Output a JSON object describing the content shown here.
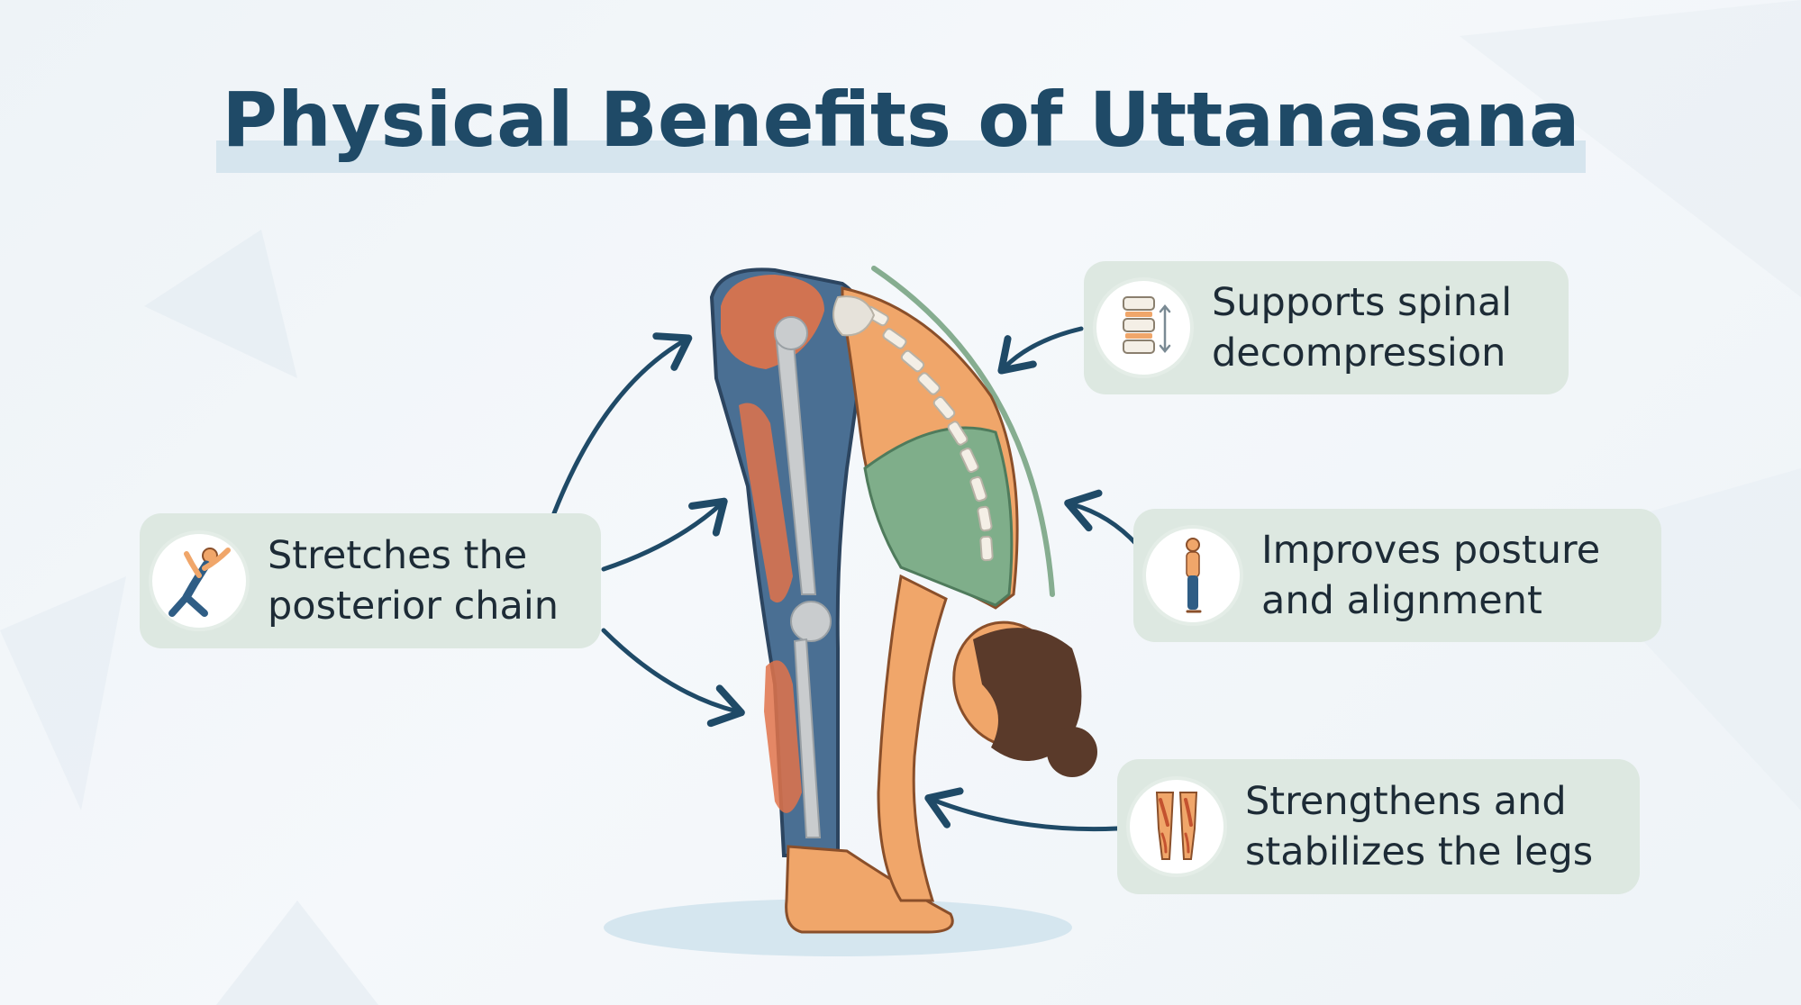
{
  "title": "Physical Benefits of Uttanasana",
  "colors": {
    "title": "#1f4a67",
    "arrow": "#1f4a67",
    "card": "#dde8e1",
    "skin": "#f0a66a",
    "leggings": "#4a6f93",
    "top": "#7fae8a",
    "hair": "#5a3a2a",
    "muscle": "#e0734a",
    "bone": "#c9ccce"
  },
  "benefits": {
    "posterior": {
      "line1": "Stretches the",
      "line2": "posterior chain",
      "icon": "stretch-figure-icon"
    },
    "spinal": {
      "line1": "Supports spinal",
      "line2": "decompression",
      "icon": "vertebrae-icon"
    },
    "posture": {
      "line1": "Improves posture",
      "line2": "and alignment",
      "icon": "standing-figure-icon"
    },
    "legs": {
      "line1": "Strengthens and",
      "line2": "stabilizes the legs",
      "icon": "legs-muscle-icon"
    }
  }
}
